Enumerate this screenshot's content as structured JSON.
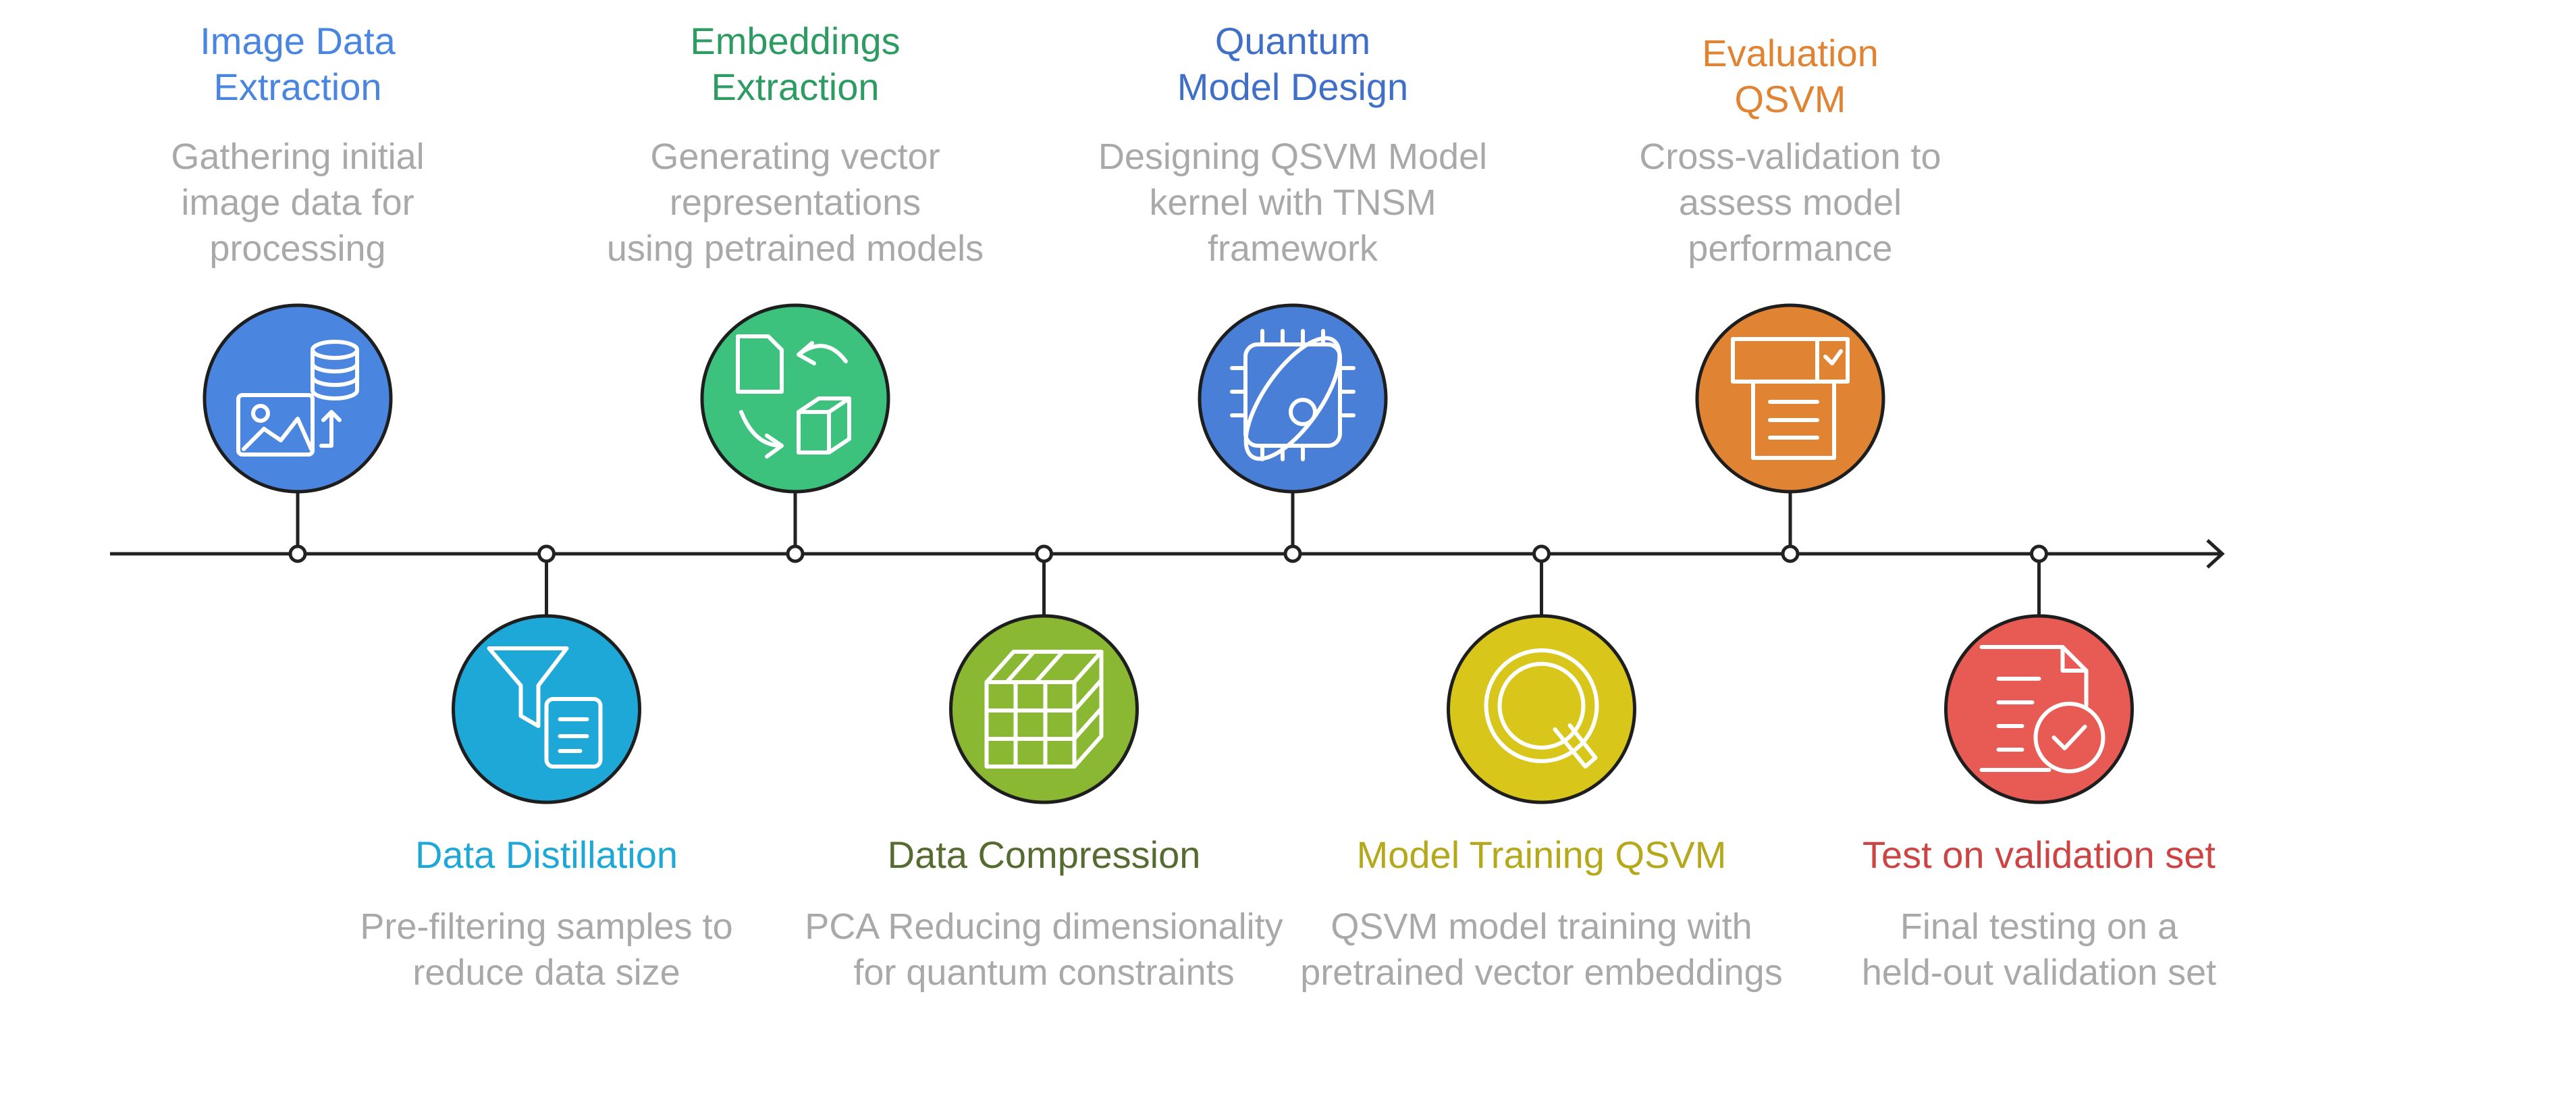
{
  "stages": [
    {
      "id": "image-data-extraction",
      "title_lines": [
        "Image Data",
        "Extraction"
      ],
      "desc_lines": [
        "Gathering initial",
        "image data for",
        "processing"
      ],
      "color": "#4a86e0",
      "title_color": "#4a86e0",
      "icon": "image-database-icon",
      "position": "top"
    },
    {
      "id": "data-distillation",
      "title_lines": [
        "Data Distillation"
      ],
      "desc_lines": [
        "Pre-filtering samples to",
        "reduce data size"
      ],
      "color": "#1ea8d8",
      "title_color": "#1ea8d8",
      "icon": "filter-document-icon",
      "position": "bottom"
    },
    {
      "id": "embeddings-extraction",
      "title_lines": [
        "Embeddings",
        "Extraction"
      ],
      "desc_lines": [
        "Generating vector",
        "representations",
        "using petrained models"
      ],
      "color": "#3dc27e",
      "title_color": "#2e9b63",
      "icon": "transform-cube-icon",
      "position": "top"
    },
    {
      "id": "data-compression",
      "title_lines": [
        "Data Compression"
      ],
      "desc_lines": [
        "PCA Reducing dimensionality",
        "for quantum constraints"
      ],
      "color": "#8ab833",
      "title_color": "#556b2f",
      "icon": "grid-cube-icon",
      "position": "bottom"
    },
    {
      "id": "quantum-model-design",
      "title_lines": [
        "Quantum",
        "Model Design"
      ],
      "desc_lines": [
        "Designing QSVM Model",
        "kernel with TNSM",
        "framework"
      ],
      "color": "#4a7fd8",
      "title_color": "#3f6fc7",
      "icon": "quantum-chip-icon",
      "position": "top"
    },
    {
      "id": "model-training-qsvm",
      "title_lines": [
        "Model Training QSVM"
      ],
      "desc_lines": [
        "QSVM model training with",
        "pretrained vector embeddings"
      ],
      "color": "#d8c71a",
      "title_color": "#b5a81a",
      "icon": "letter-q-icon",
      "position": "bottom"
    },
    {
      "id": "evaluation-qsvm",
      "title_lines": [
        "Evaluation",
        "QSVM"
      ],
      "desc_lines": [
        "Cross-validation to",
        "assess model",
        "performance"
      ],
      "color": "#e08333",
      "title_color": "#e08333",
      "icon": "checklist-document-icon",
      "position": "top"
    },
    {
      "id": "test-on-validation-set",
      "title_lines": [
        "Test on validation set"
      ],
      "desc_lines": [
        "Final testing on a",
        "held-out validation set"
      ],
      "color": "#e85a54",
      "title_color": "#cc4444",
      "icon": "verified-document-icon",
      "position": "bottom"
    }
  ],
  "timeline": {
    "color": "#222222"
  }
}
